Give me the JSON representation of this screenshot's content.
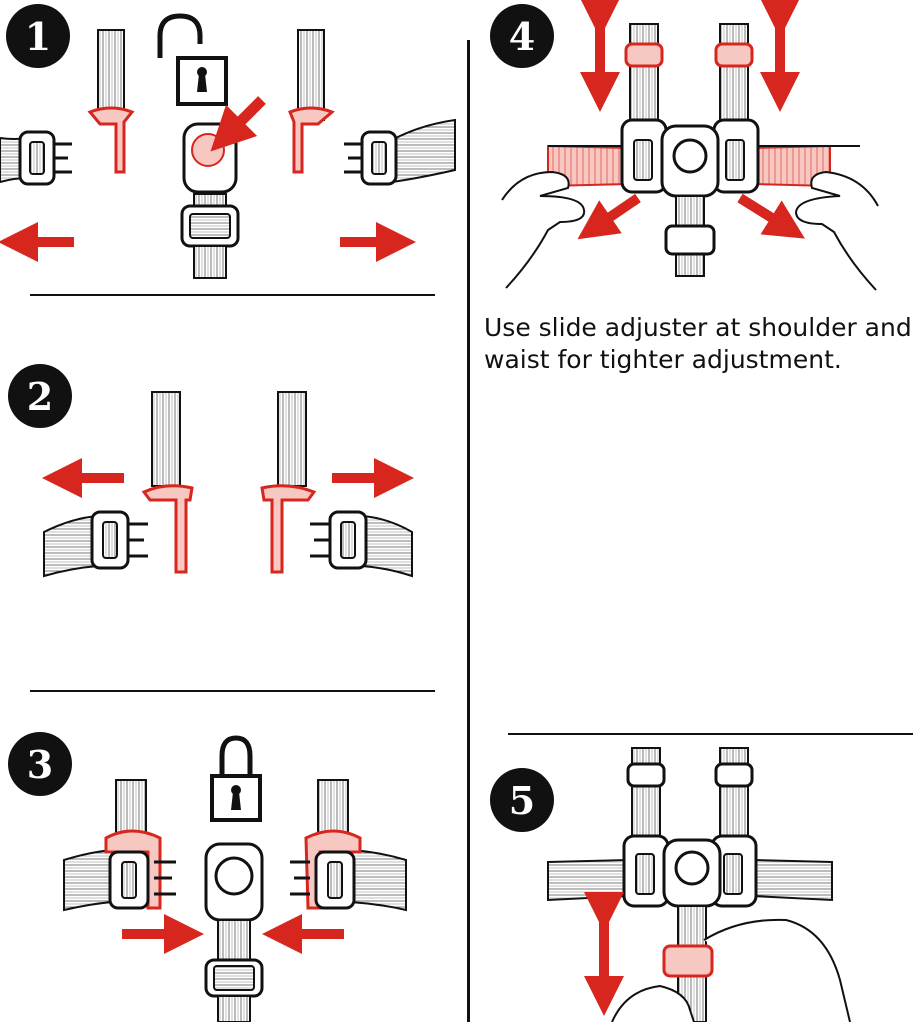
{
  "steps": [
    {
      "number": "1"
    },
    {
      "number": "2"
    },
    {
      "number": "3"
    },
    {
      "number": "4"
    },
    {
      "number": "5"
    }
  ],
  "caption": "Use slide adjuster at shoulder and waist for tighter adjustment.",
  "colors": {
    "accent": "#d7261e",
    "accent_fill": "#f7c8c2",
    "ink": "#111111"
  },
  "icons": {
    "unlocked": "unlocked-padlock-icon",
    "locked": "locked-padlock-icon"
  }
}
